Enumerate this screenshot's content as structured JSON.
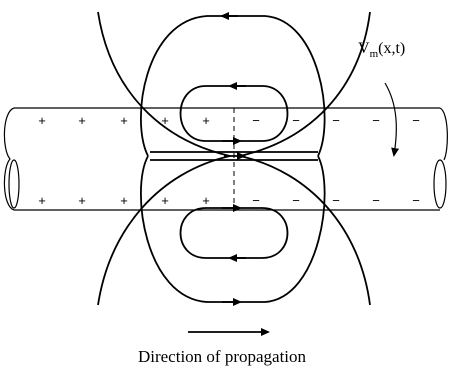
{
  "caption": "Direction of propagation",
  "voltage_label": {
    "main": "V",
    "subscript": "m",
    "args": "(x,t)"
  },
  "top_row_symbols": [
    "+",
    "+",
    "+",
    "+",
    "+",
    "−",
    "−",
    "−",
    "−",
    "−"
  ],
  "bottom_row_symbols": [
    "+",
    "+",
    "+",
    "+",
    "+",
    "−",
    "−",
    "−",
    "−",
    "−"
  ]
}
